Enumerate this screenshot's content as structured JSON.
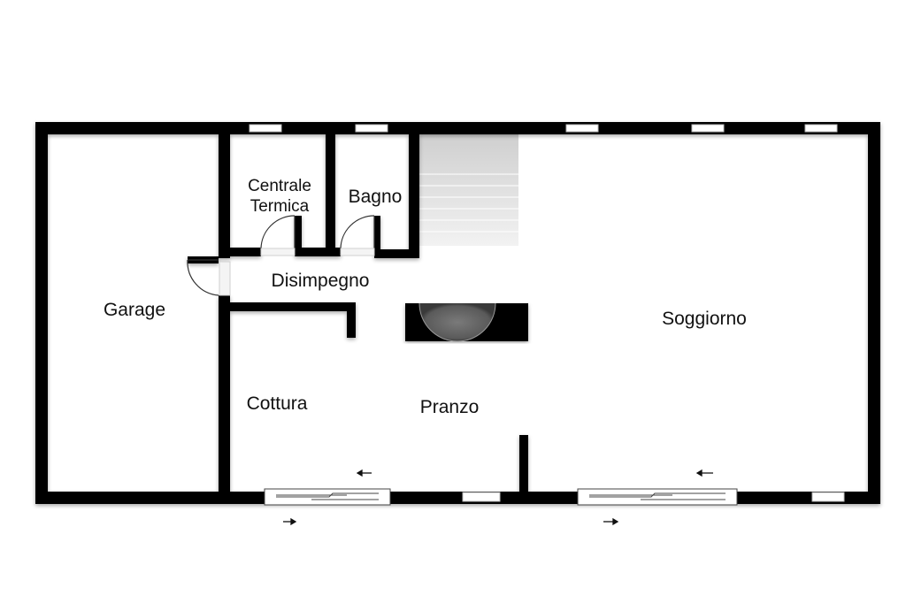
{
  "rooms": {
    "garage": "Garage",
    "centrale_termica_line1": "Centrale",
    "centrale_termica_line2": "Termica",
    "bagno": "Bagno",
    "disimpegno": "Disimpegno",
    "soggiorno": "Soggiorno",
    "cottura": "Cottura",
    "pranzo": "Pranzo"
  },
  "colors": {
    "wall": "#000000",
    "background": "#ffffff",
    "stairs": "#d9d9d9",
    "window": "#ffffff"
  }
}
